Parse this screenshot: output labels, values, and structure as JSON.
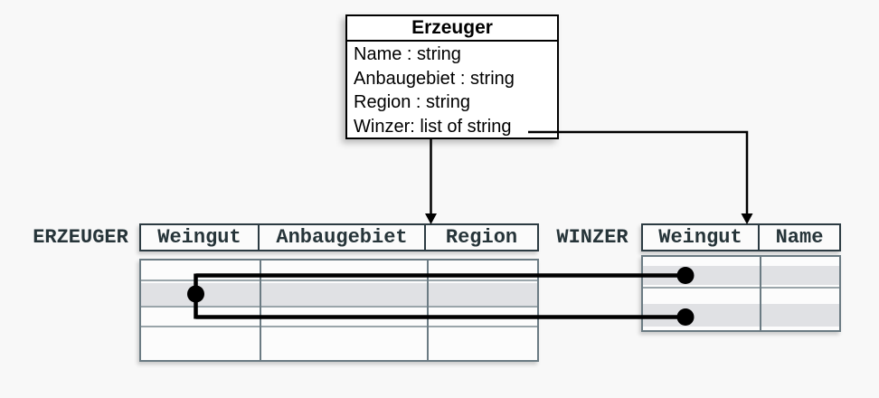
{
  "class_box": {
    "title": "Erzeuger",
    "attributes": [
      "Name : string",
      "Anbaugebiet : string",
      "Region : string",
      "Winzer: list of string"
    ]
  },
  "erzeuger_table": {
    "label": "ERZEUGER",
    "columns": [
      "Weingut",
      "Anbaugebiet",
      "Region"
    ],
    "row_count": 4,
    "highlighted_row_index": 2
  },
  "winzer_table": {
    "label": "WINZER",
    "columns": [
      "Weingut",
      "Name"
    ],
    "row_count": 4,
    "highlighted_row_indices": [
      2,
      4
    ]
  },
  "relations": {
    "description": "one highlighted ERZEUGER row linked to two highlighted WINZER rows",
    "link_count": 2
  },
  "colors": {
    "background": "#f8f8f8",
    "class_box_border": "#000000",
    "table_text": "#263439",
    "header_border": "#2c3b42",
    "body_border": "#6b7b83",
    "row_highlight": "#e0e1e4",
    "connector": "#000000"
  }
}
